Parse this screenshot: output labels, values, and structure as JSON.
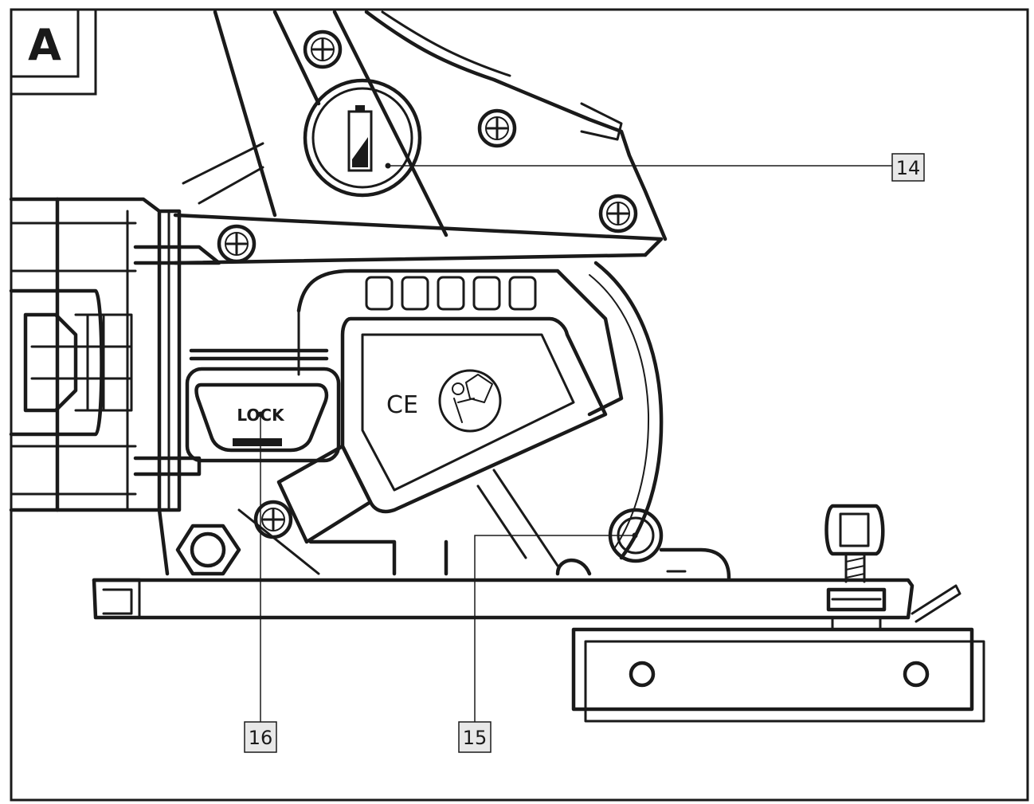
{
  "figure": {
    "panel_label": "A",
    "lock_label": "LOCK",
    "ce_mark": "CE"
  },
  "callouts": [
    {
      "id": "14",
      "label": "14"
    },
    {
      "id": "15",
      "label": "15"
    },
    {
      "id": "16",
      "label": "16"
    }
  ],
  "icons": [
    "battery-indicator-icon",
    "read-manual-icon",
    "ce-mark",
    "screw-icon"
  ]
}
